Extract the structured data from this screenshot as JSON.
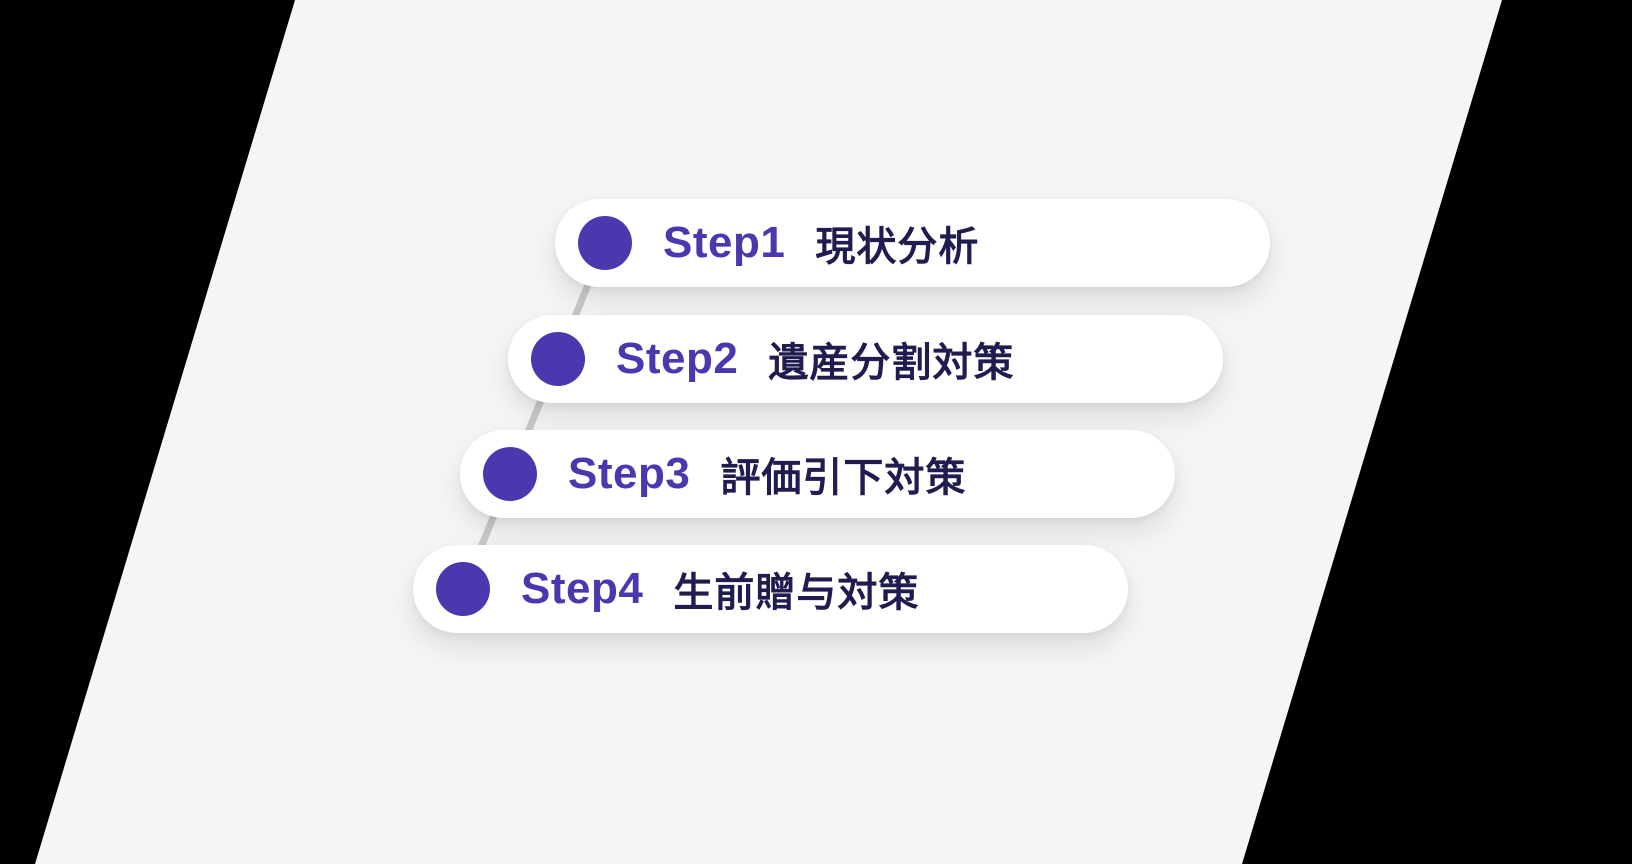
{
  "colors": {
    "outer_bg": "#000000",
    "panel_bg": "#f5f5f4",
    "card_bg": "#ffffff",
    "accent": "#4d37ae",
    "step_label": "#4d37ae",
    "step_title": "#211c4f",
    "connector": "#c9c9c9"
  },
  "steps": {
    "items": [
      {
        "label": "Step1",
        "title": "現状分析"
      },
      {
        "label": "Step2",
        "title": "遺産分割対策"
      },
      {
        "label": "Step3",
        "title": "評価引下対策"
      },
      {
        "label": "Step4",
        "title": "生前贈与対策"
      }
    ]
  }
}
